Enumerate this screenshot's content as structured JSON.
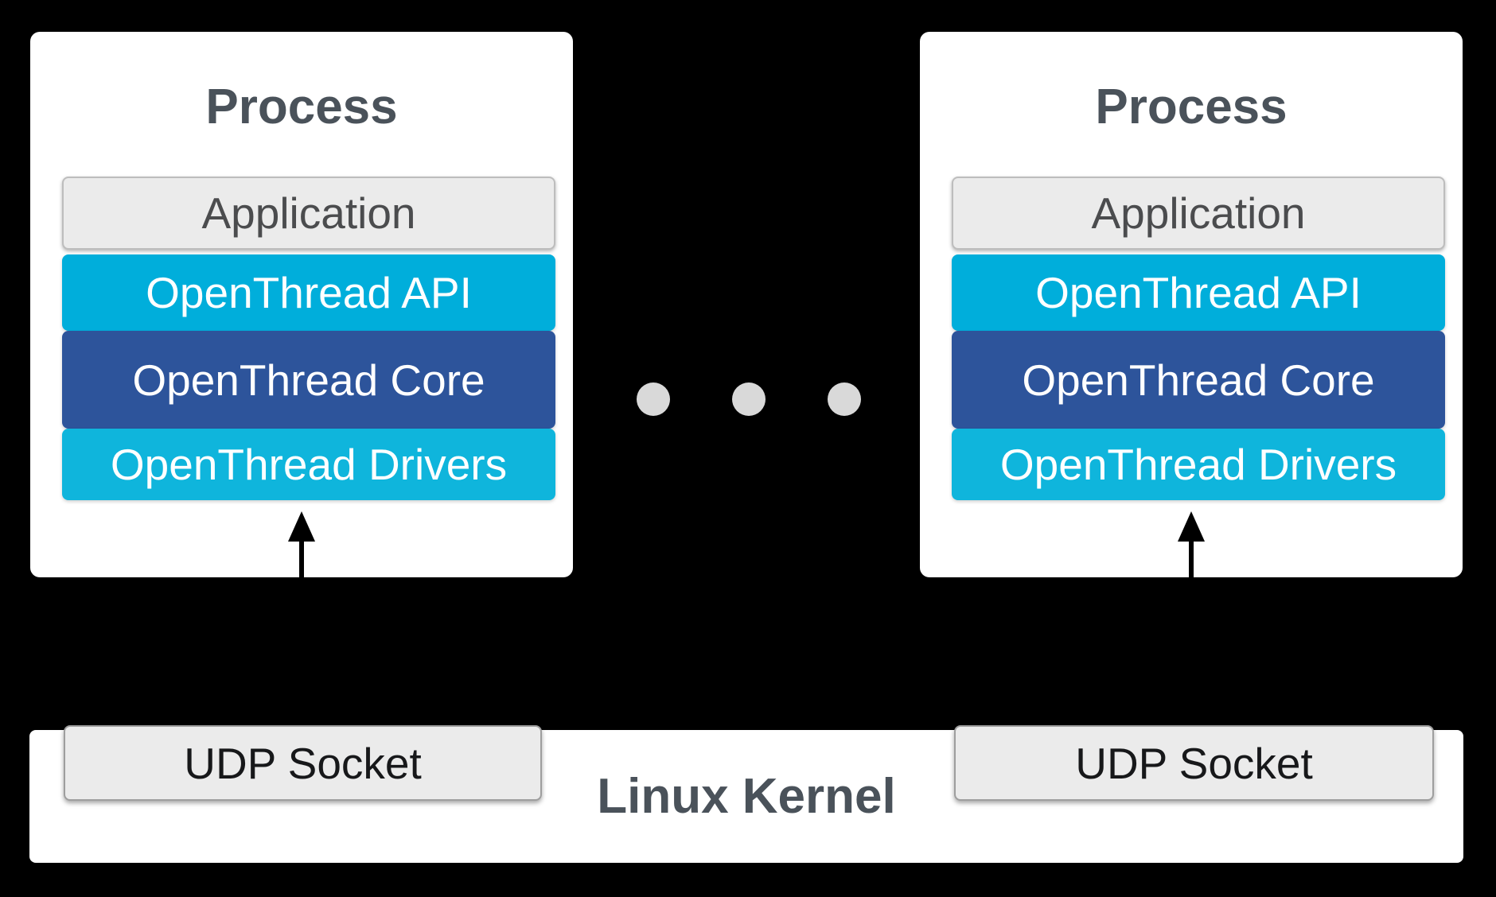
{
  "colors": {
    "canvas-bg": "#000000",
    "box-bg": "#ffffff",
    "title-text": "#4a525a",
    "application-bg": "#ebebeb",
    "application-border": "#bdbdbd",
    "application-text": "#4b4c4e",
    "api-bg": "#00aedb",
    "core-bg": "#2d549b",
    "drivers-bg": "#0fb5dc",
    "band-text": "#ffffff",
    "udp-bg": "#ebebeb",
    "udp-border": "#9e9e9e",
    "udp-text": "#17181a",
    "dot": "#d9d9d9",
    "arrow": "#000000"
  },
  "processes": [
    {
      "title": "Process",
      "layers": [
        {
          "label": "Application"
        },
        {
          "label": "OpenThread API"
        },
        {
          "label": "OpenThread Core"
        },
        {
          "label": "OpenThread Drivers"
        }
      ]
    },
    {
      "title": "Process",
      "layers": [
        {
          "label": "Application"
        },
        {
          "label": "OpenThread API"
        },
        {
          "label": "OpenThread Core"
        },
        {
          "label": "OpenThread Drivers"
        }
      ]
    }
  ],
  "kernel": {
    "label": "Linux Kernel",
    "sockets": [
      {
        "label": "UDP Socket"
      },
      {
        "label": "UDP Socket"
      }
    ]
  }
}
